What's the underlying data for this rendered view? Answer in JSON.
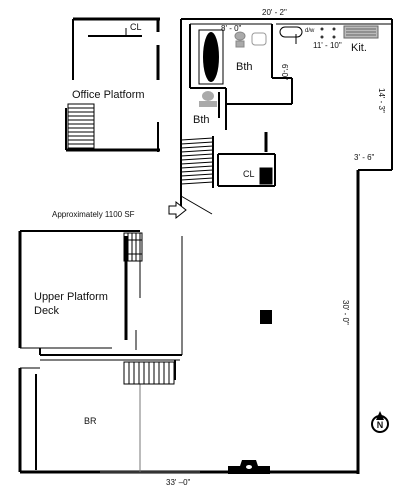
{
  "plan": {
    "area_note": "Approximately 1100 SF",
    "rooms": {
      "office_platform": "Office Platform",
      "upper_platform_line1": "Upper Platform",
      "upper_platform_line2": "Deck",
      "bedroom": "BR",
      "bath_upper": "Bth",
      "bath_lower": "Bth",
      "kitchen": "Kit.",
      "closet_office": "CL",
      "closet_lower": "CL",
      "dishwasher": "d/w"
    },
    "dimensions": {
      "top_width": "20' - 2\"",
      "bath_width": "8' - 0\"",
      "bath_depth": "6'-0\"",
      "kitchen_width": "11' - 10\"",
      "kitchen_depth": "14' - 3\"",
      "right_jog": "3' - 6\"",
      "right_length": "30' - 0\"",
      "bottom_width": "33' –0\""
    },
    "north_label": "N"
  }
}
